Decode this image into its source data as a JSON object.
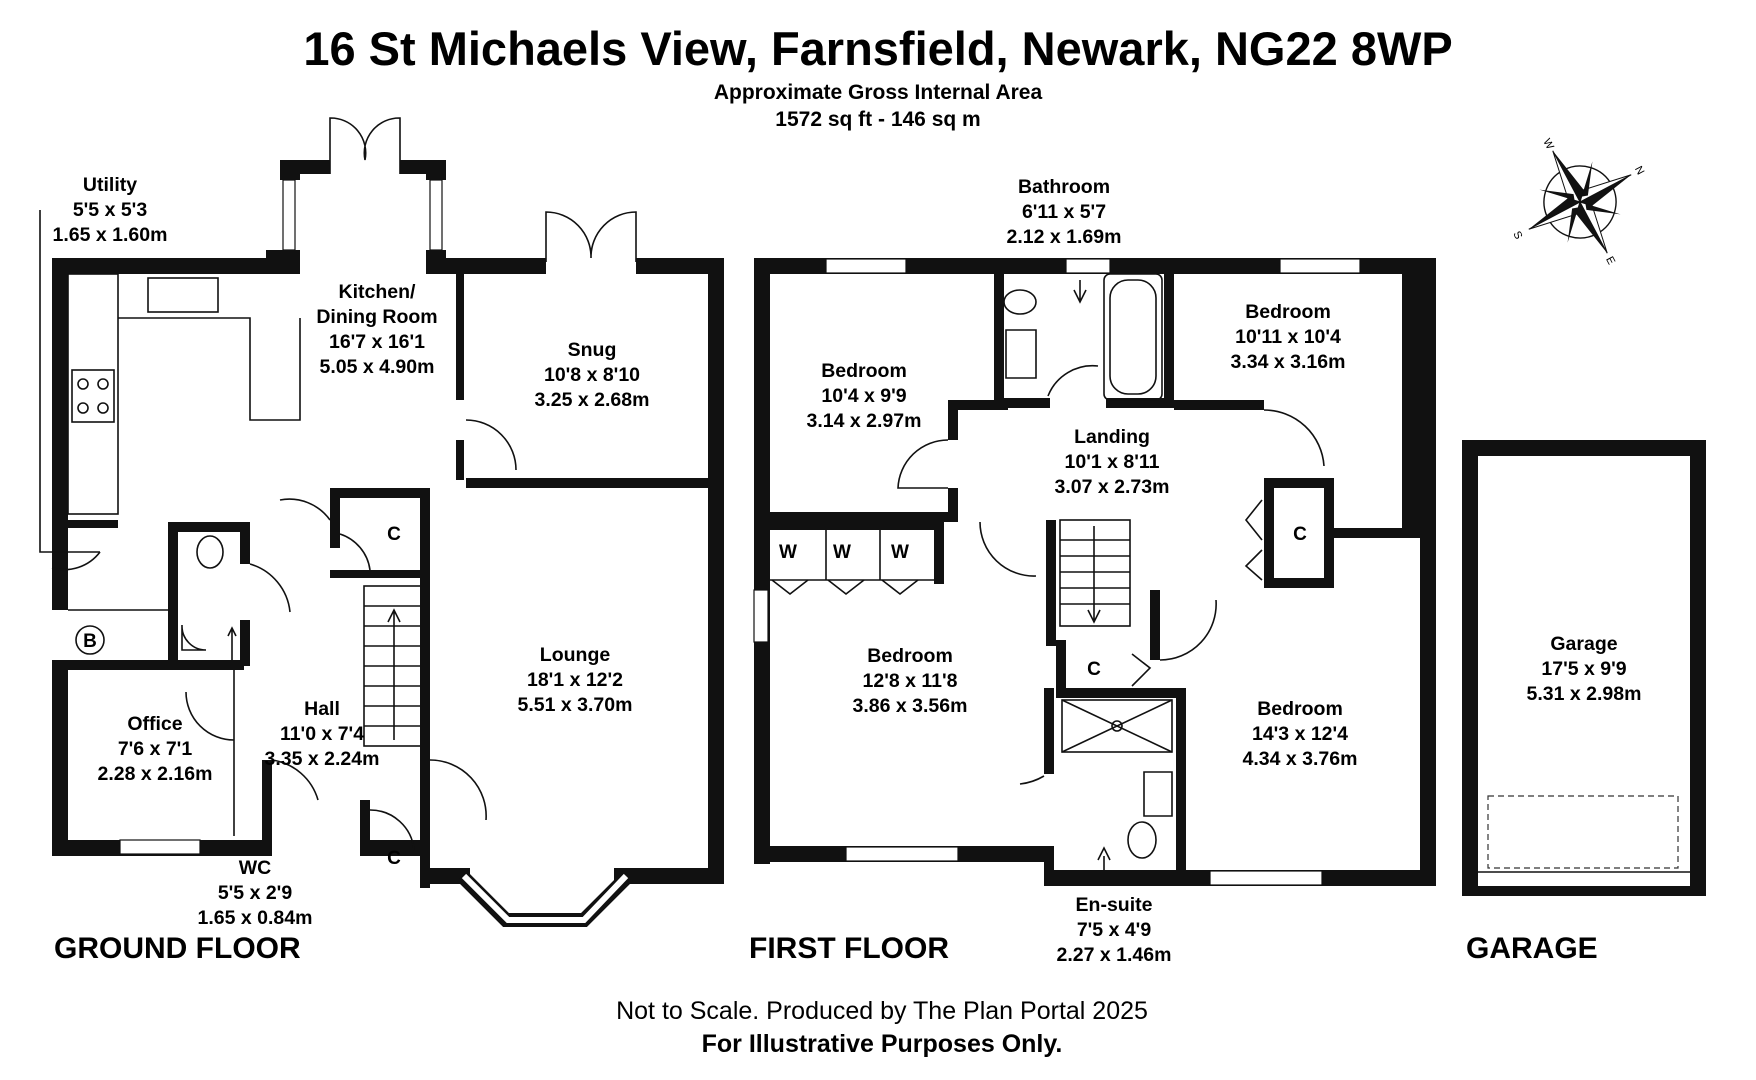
{
  "header": {
    "address": "16 St Michaels View, Farnsfield, Newark, NG22 8WP",
    "area_label": "Approximate Gross Internal Area",
    "area_value": "1572 sq ft - 146 sq m"
  },
  "floors": {
    "ground": "GROUND FLOOR",
    "first": "FIRST FLOOR",
    "garage": "GARAGE"
  },
  "rooms": {
    "utility": {
      "name": "Utility",
      "imperial": "5'5 x 5'3",
      "metric": "1.65 x 1.60m"
    },
    "kitchen": {
      "name1": "Kitchen/",
      "name2": "Dining Room",
      "imperial": "16'7 x 16'1",
      "metric": "5.05 x 4.90m"
    },
    "snug": {
      "name": "Snug",
      "imperial": "10'8 x 8'10",
      "metric": "3.25 x 2.68m"
    },
    "lounge": {
      "name": "Lounge",
      "imperial": "18'1 x 12'2",
      "metric": "5.51 x 3.70m"
    },
    "hall": {
      "name": "Hall",
      "imperial": "11'0 x 7'4",
      "metric": "3.35 x 2.24m"
    },
    "office": {
      "name": "Office",
      "imperial": "7'6 x 7'1",
      "metric": "2.28 x 2.16m"
    },
    "wc": {
      "name": "WC",
      "imperial": "5'5 x 2'9",
      "metric": "1.65 x 0.84m"
    },
    "bathroom": {
      "name": "Bathroom",
      "imperial": "6'11 x 5'7",
      "metric": "2.12 x 1.69m"
    },
    "bedroom_nw": {
      "name": "Bedroom",
      "imperial": "10'4 x 9'9",
      "metric": "3.14 x 2.97m"
    },
    "bedroom_ne": {
      "name": "Bedroom",
      "imperial": "10'11 x 10'4",
      "metric": "3.34 x 3.16m"
    },
    "landing": {
      "name": "Landing",
      "imperial": "10'1 x 8'11",
      "metric": "3.07 x 2.73m"
    },
    "bedroom_sw": {
      "name": "Bedroom",
      "imperial": "12'8 x 11'8",
      "metric": "3.86 x 3.56m"
    },
    "bedroom_se": {
      "name": "Bedroom",
      "imperial": "14'3 x 12'4",
      "metric": "4.34 x 3.76m"
    },
    "ensuite": {
      "name": "En-suite",
      "imperial": "7'5 x 4'9",
      "metric": "2.27 x 1.46m"
    },
    "garage": {
      "name": "Garage",
      "imperial": "17'5 x 9'9",
      "metric": "5.31 x 2.98m"
    }
  },
  "markers": {
    "cupboard": "C",
    "wardrobe": "W",
    "boiler": "B"
  },
  "compass": {
    "n": "N",
    "s": "S",
    "e": "E",
    "w": "W"
  },
  "footer": {
    "line1": "Not to Scale. Produced by The Plan Portal 2025",
    "line2": "For Illustrative Purposes Only."
  }
}
